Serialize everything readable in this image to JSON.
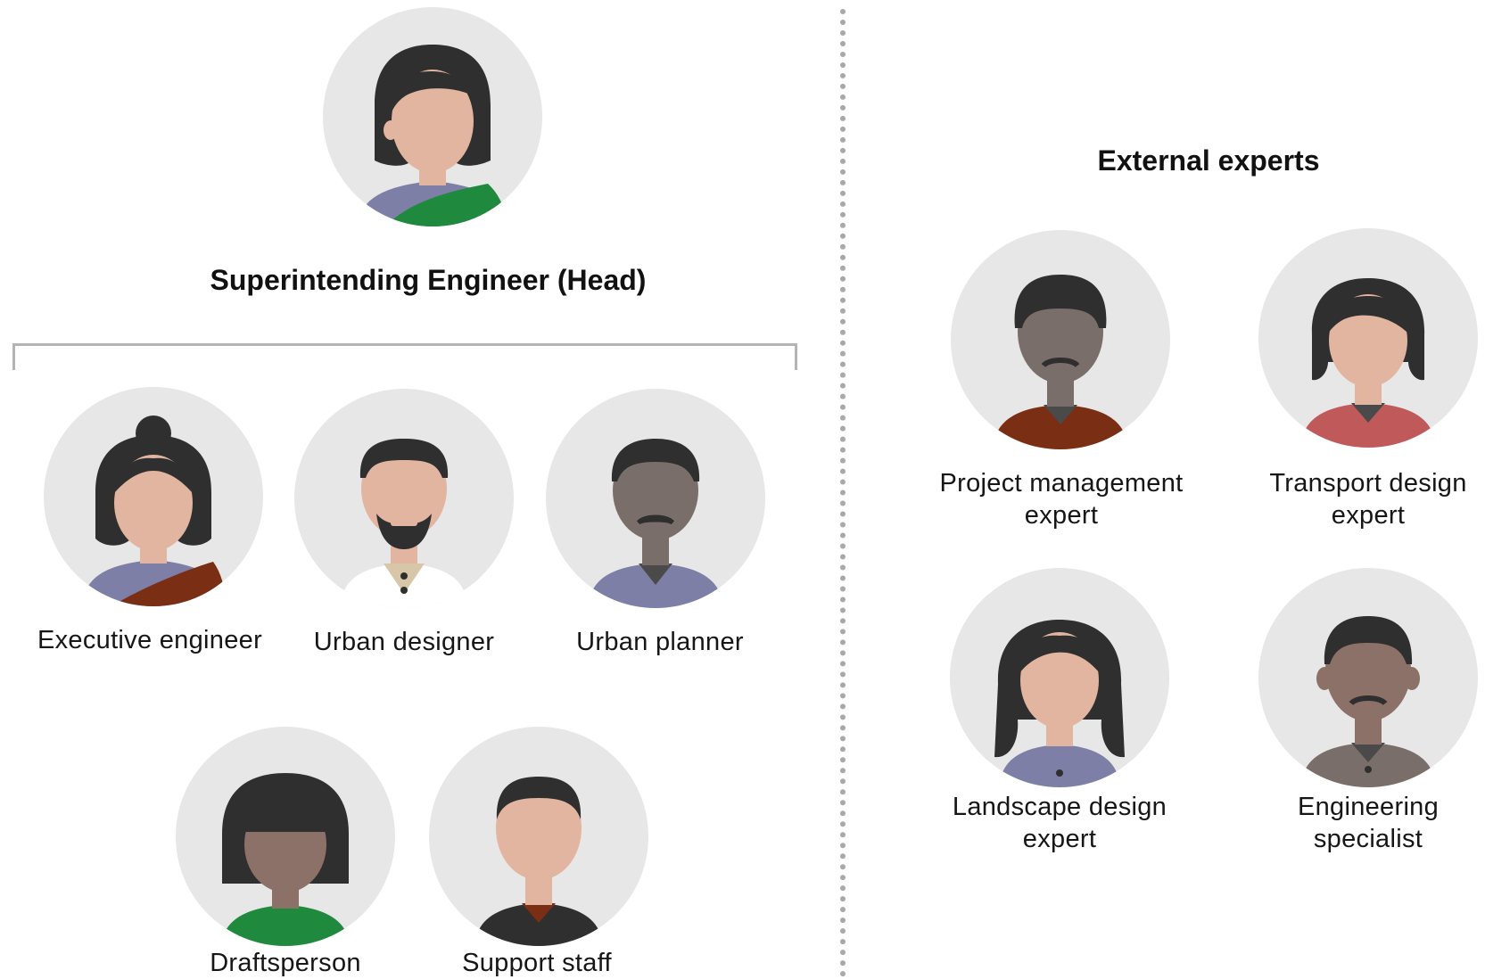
{
  "internal": {
    "head_title": "Superintending Engineer (Head)",
    "members": [
      {
        "label": "Executive engineer"
      },
      {
        "label": "Urban designer"
      },
      {
        "label": "Urban planner"
      },
      {
        "label": "Draftsperson"
      },
      {
        "label": "Support staff"
      }
    ]
  },
  "external": {
    "title": "External experts",
    "members": [
      {
        "label_lines": [
          "Project management",
          "expert"
        ]
      },
      {
        "label_lines": [
          "Transport design",
          "expert"
        ]
      },
      {
        "label_lines": [
          "Landscape design",
          "expert"
        ]
      },
      {
        "label_lines": [
          "Engineering",
          "specialist"
        ]
      }
    ]
  },
  "colors": {
    "avatar_bg": "#e7e7e7",
    "skin_light": "#e2b5a0",
    "skin_dark": "#7a6e6a",
    "skin_medium": "#8c7168",
    "hair": "#2f2f2f",
    "green": "#1f8a3e",
    "lavender": "#7d7fa6",
    "brown_red": "#7a2e14",
    "rose": "#c0595a",
    "divider": "#a8a8a8",
    "bracket": "#b4b4b4"
  }
}
